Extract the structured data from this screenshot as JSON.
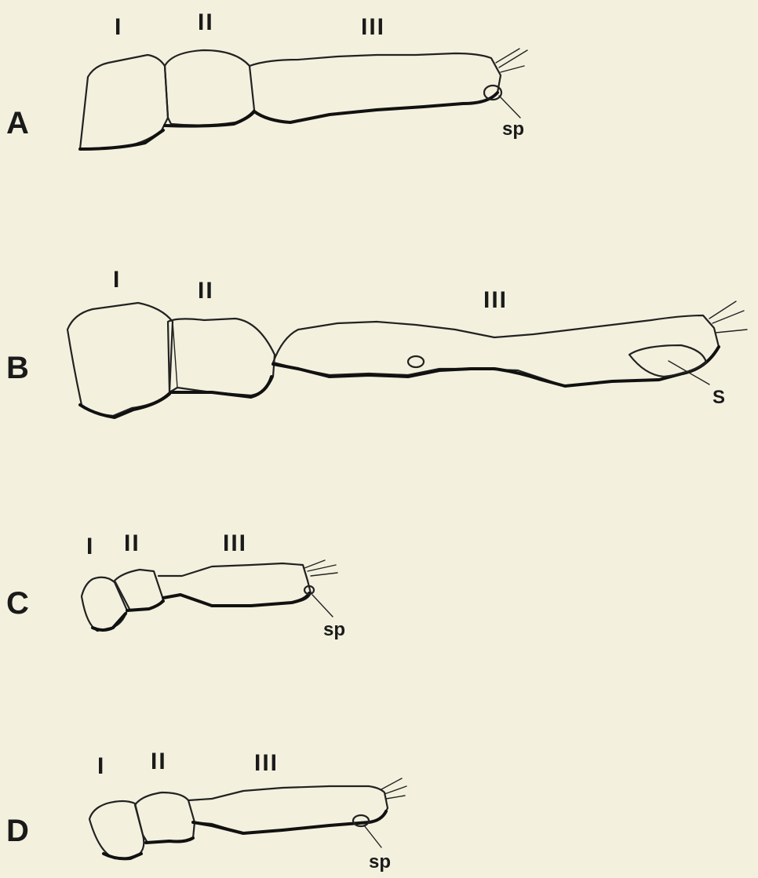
{
  "panels": [
    {
      "id": "A",
      "label": "A",
      "segments": [
        "I",
        "II",
        "III"
      ],
      "part": "sp"
    },
    {
      "id": "B",
      "label": "B",
      "segments": [
        "I",
        "II",
        "III"
      ],
      "part": "S"
    },
    {
      "id": "C",
      "label": "C",
      "segments": [
        "I",
        "II",
        "III"
      ],
      "part": "sp"
    },
    {
      "id": "D",
      "label": "D",
      "segments": [
        "I",
        "II",
        "III"
      ],
      "part": "sp"
    }
  ]
}
